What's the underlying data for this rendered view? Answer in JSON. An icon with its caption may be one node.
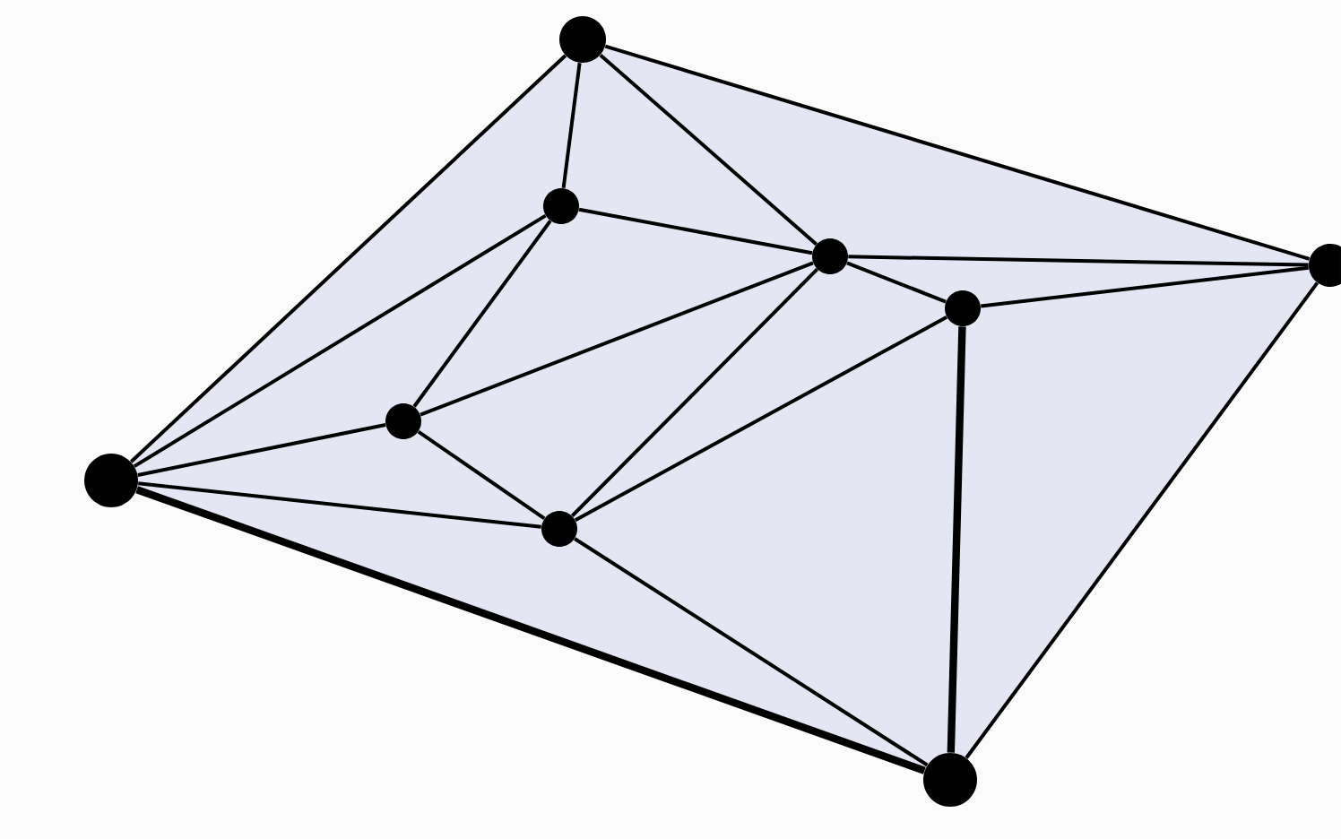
{
  "diagram": {
    "nodes": [
      {
        "text": [],
        "shape": "circle"
      },
      {
        "text": [],
        "shape": "circle"
      },
      {
        "text": [],
        "shape": "circle"
      },
      {
        "text": [],
        "shape": "circle"
      },
      {
        "text": [],
        "shape": "circle"
      },
      {
        "text": [],
        "shape": "circle"
      },
      {
        "text": [],
        "shape": "circle"
      },
      {
        "text": [],
        "shape": "circle"
      },
      {
        "text": [],
        "shape": "circle"
      }
    ],
    "edges": [
      {
        "from": 0,
        "to": 4,
        "arrow": "none"
      },
      {
        "from": 4,
        "to": 8,
        "arrow": "none"
      },
      {
        "from": 8,
        "to": 7,
        "arrow": "none",
        "style": "thick"
      },
      {
        "from": 7,
        "to": 0,
        "arrow": "none"
      },
      {
        "from": 0,
        "to": 1,
        "arrow": "none"
      },
      {
        "from": 0,
        "to": 2,
        "arrow": "none"
      },
      {
        "from": 1,
        "to": 2,
        "arrow": "none"
      },
      {
        "from": 1,
        "to": 7,
        "arrow": "none"
      },
      {
        "from": 1,
        "to": 5,
        "arrow": "none"
      },
      {
        "from": 2,
        "to": 4,
        "arrow": "none"
      },
      {
        "from": 3,
        "to": 4,
        "arrow": "none"
      },
      {
        "from": 2,
        "to": 3,
        "arrow": "none"
      },
      {
        "from": 2,
        "to": 5,
        "arrow": "none"
      },
      {
        "from": 2,
        "to": 6,
        "arrow": "none"
      },
      {
        "from": 3,
        "to": 6,
        "arrow": "none"
      },
      {
        "from": 3,
        "to": 8,
        "arrow": "none",
        "style": "thick"
      },
      {
        "from": 7,
        "to": 5,
        "arrow": "none"
      },
      {
        "from": 7,
        "to": 6,
        "arrow": "none"
      },
      {
        "from": 5,
        "to": 6,
        "arrow": "none"
      },
      {
        "from": 6,
        "to": 8,
        "arrow": "none"
      }
    ]
  }
}
